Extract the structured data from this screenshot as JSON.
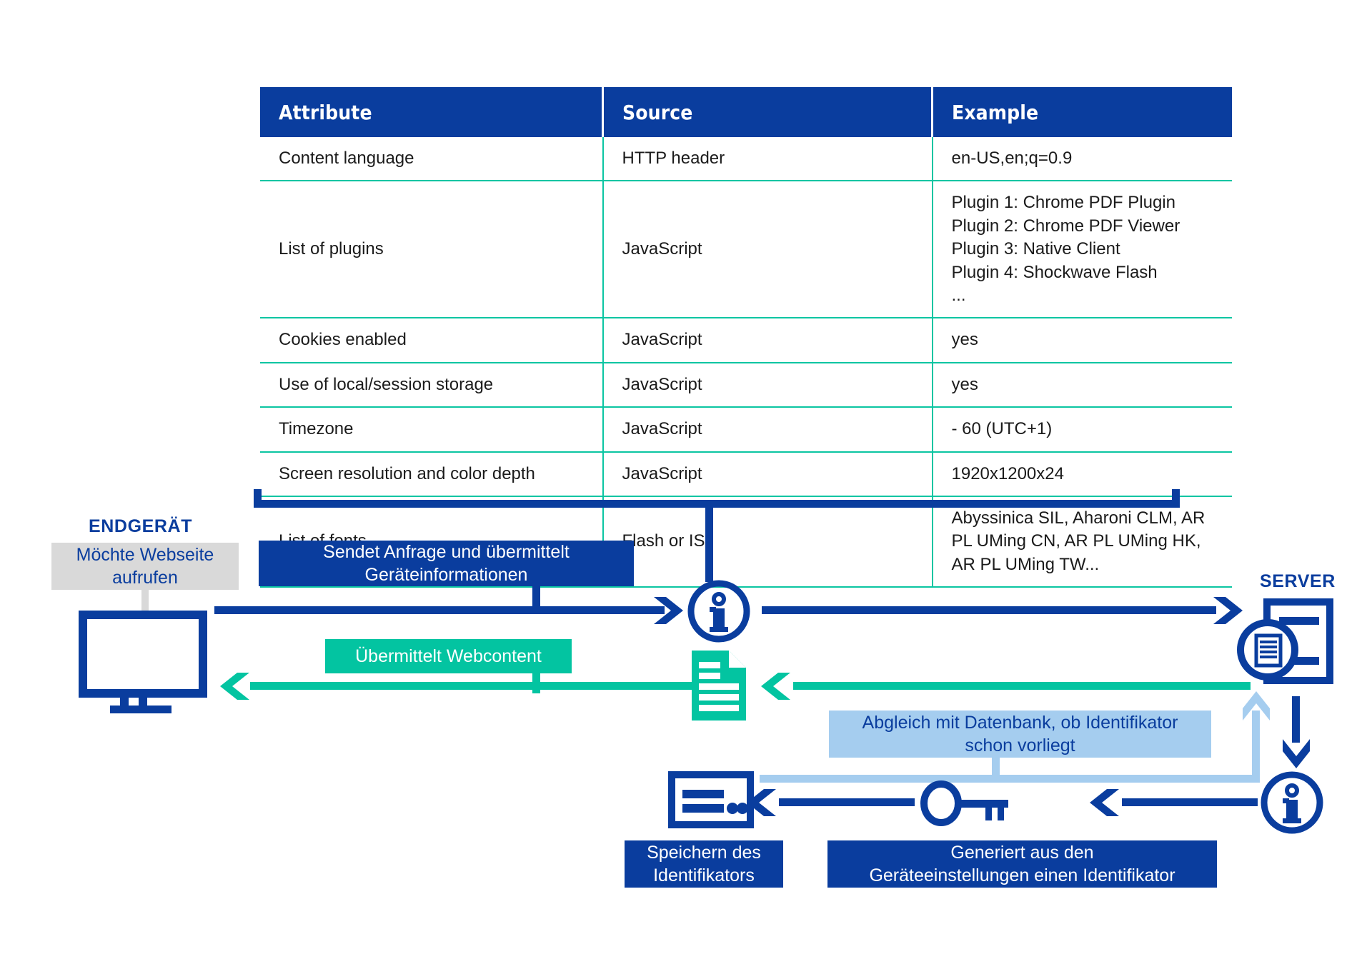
{
  "table": {
    "columns": [
      "Attribute",
      "Source",
      "Example"
    ],
    "rows": [
      {
        "attribute": "Content language",
        "source": "HTTP header",
        "example": "en-US,en;q=0.9"
      },
      {
        "attribute": "List of plugins",
        "source": "JavaScript",
        "example": "Plugin 1: Chrome PDF Plugin\nPlugin 2: Chrome PDF Viewer\nPlugin 3: Native Client\nPlugin 4: Shockwave Flash\n..."
      },
      {
        "attribute": "Cookies enabled",
        "source": "JavaScript",
        "example": "yes"
      },
      {
        "attribute": "Use of local/session storage",
        "source": "JavaScript",
        "example": "yes"
      },
      {
        "attribute": "Timezone",
        "source": "JavaScript",
        "example": "- 60 (UTC+1)"
      },
      {
        "attribute": "Screen resolution and color depth",
        "source": "JavaScript",
        "example": "1920x1200x24"
      },
      {
        "attribute": "List of fonts",
        "source": "Flash or IS",
        "example": "Abyssinica SIL, Aharoni CLM, AR\nPL UMing CN, AR PL UMing HK,\nAR PL UMing TW..."
      }
    ]
  },
  "diagram": {
    "endpoint_label": "ENDGERÄT",
    "server_label": "SERVER",
    "callouts": {
      "wants_website": "Möchte Webseite\naufrufen",
      "sends_request": "Sendet Anfrage und übermittelt\nGeräteinformationen",
      "delivers_content": "Übermittelt Webcontent",
      "database_check": "Abgleich mit Datenbank, ob Identifikator\nschon vorliegt",
      "store_identifier": "Speichern des\nIdentifikators",
      "generate_identifier": "Generiert aus den\nGeräteeinstellungen einen Identifikator"
    }
  },
  "colors": {
    "brand_blue": "#0a3d9e",
    "teal": "#03c4a1",
    "light_blue": "#a5cdef",
    "gray": "#d9d9d9",
    "white": "#ffffff"
  }
}
